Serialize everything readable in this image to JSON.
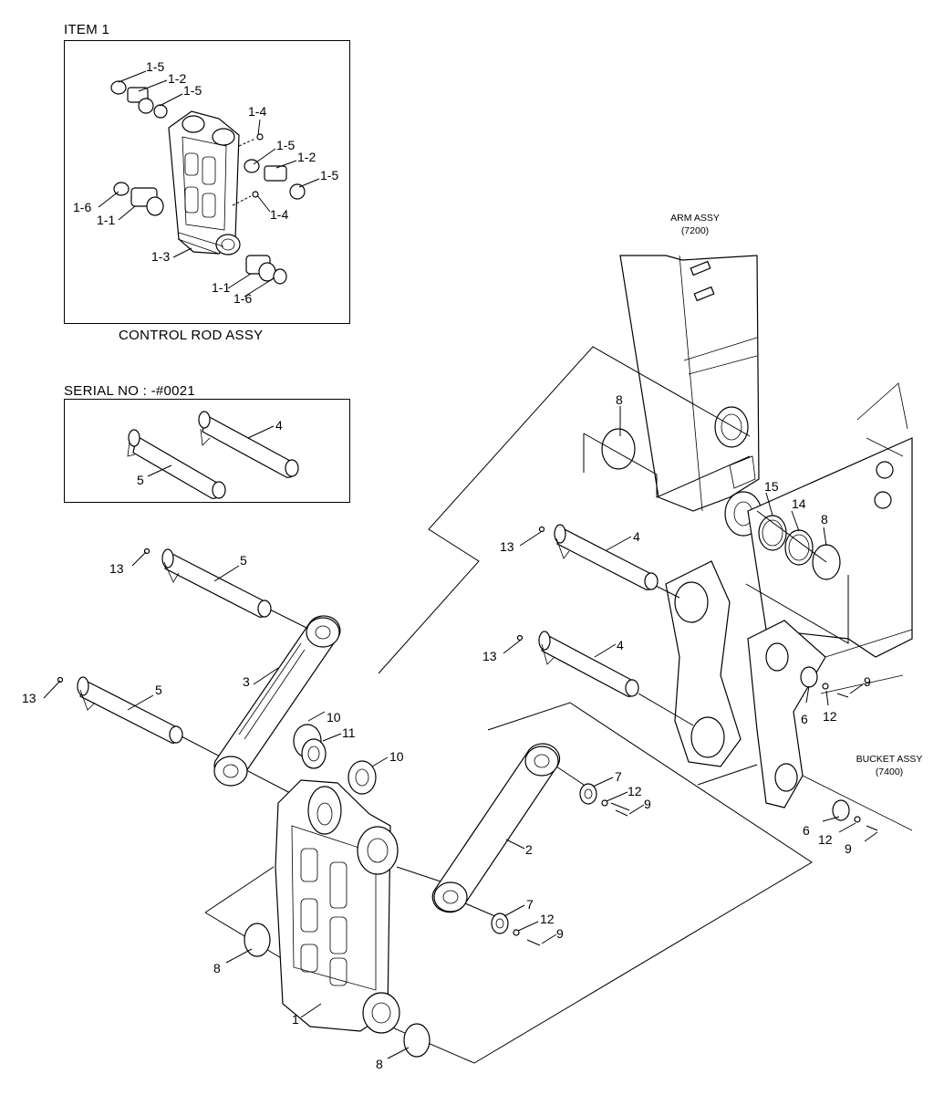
{
  "inset_item1": {
    "heading": "ITEM 1",
    "caption": "CONTROL ROD ASSY",
    "labels": [
      {
        "key": "a",
        "text": "1-5"
      },
      {
        "key": "b",
        "text": "1-2"
      },
      {
        "key": "c",
        "text": "1-5"
      },
      {
        "key": "d",
        "text": "1-4"
      },
      {
        "key": "e",
        "text": "1-5"
      },
      {
        "key": "f",
        "text": "1-2"
      },
      {
        "key": "g",
        "text": "1-5"
      },
      {
        "key": "h",
        "text": "1-6"
      },
      {
        "key": "i",
        "text": "1-1"
      },
      {
        "key": "j",
        "text": "1-4"
      },
      {
        "key": "k",
        "text": "1-3"
      },
      {
        "key": "l",
        "text": "1-1"
      },
      {
        "key": "m",
        "text": "1-6"
      }
    ]
  },
  "inset_serial": {
    "heading": "SERIAL NO : -#0021",
    "labels": [
      {
        "key": "a",
        "text": "4"
      },
      {
        "key": "b",
        "text": "5"
      }
    ]
  },
  "references": {
    "arm": {
      "line1": "ARM ASSY",
      "line2": "(7200)"
    },
    "bucket": {
      "line1": "BUCKET ASSY",
      "line2": "(7400)"
    }
  },
  "callouts": [
    {
      "key": "c1",
      "text": "13"
    },
    {
      "key": "c2",
      "text": "5"
    },
    {
      "key": "c3",
      "text": "13"
    },
    {
      "key": "c4",
      "text": "5"
    },
    {
      "key": "c5",
      "text": "3"
    },
    {
      "key": "c6",
      "text": "10"
    },
    {
      "key": "c7",
      "text": "11"
    },
    {
      "key": "c8",
      "text": "10"
    },
    {
      "key": "c9",
      "text": "8"
    },
    {
      "key": "c10",
      "text": "1"
    },
    {
      "key": "c11",
      "text": "8"
    },
    {
      "key": "c12",
      "text": "2"
    },
    {
      "key": "c13",
      "text": "7"
    },
    {
      "key": "c14",
      "text": "12"
    },
    {
      "key": "c15",
      "text": "9"
    },
    {
      "key": "c16",
      "text": "7"
    },
    {
      "key": "c17",
      "text": "12"
    },
    {
      "key": "c18",
      "text": "9"
    },
    {
      "key": "c19",
      "text": "8"
    },
    {
      "key": "c20",
      "text": "15"
    },
    {
      "key": "c21",
      "text": "14"
    },
    {
      "key": "c22",
      "text": "8"
    },
    {
      "key": "c23",
      "text": "13"
    },
    {
      "key": "c24",
      "text": "4"
    },
    {
      "key": "c25",
      "text": "13"
    },
    {
      "key": "c26",
      "text": "4"
    },
    {
      "key": "c27",
      "text": "6"
    },
    {
      "key": "c28",
      "text": "12"
    },
    {
      "key": "c29",
      "text": "9"
    },
    {
      "key": "c30",
      "text": "6"
    },
    {
      "key": "c31",
      "text": "12"
    },
    {
      "key": "c32",
      "text": "9"
    }
  ]
}
